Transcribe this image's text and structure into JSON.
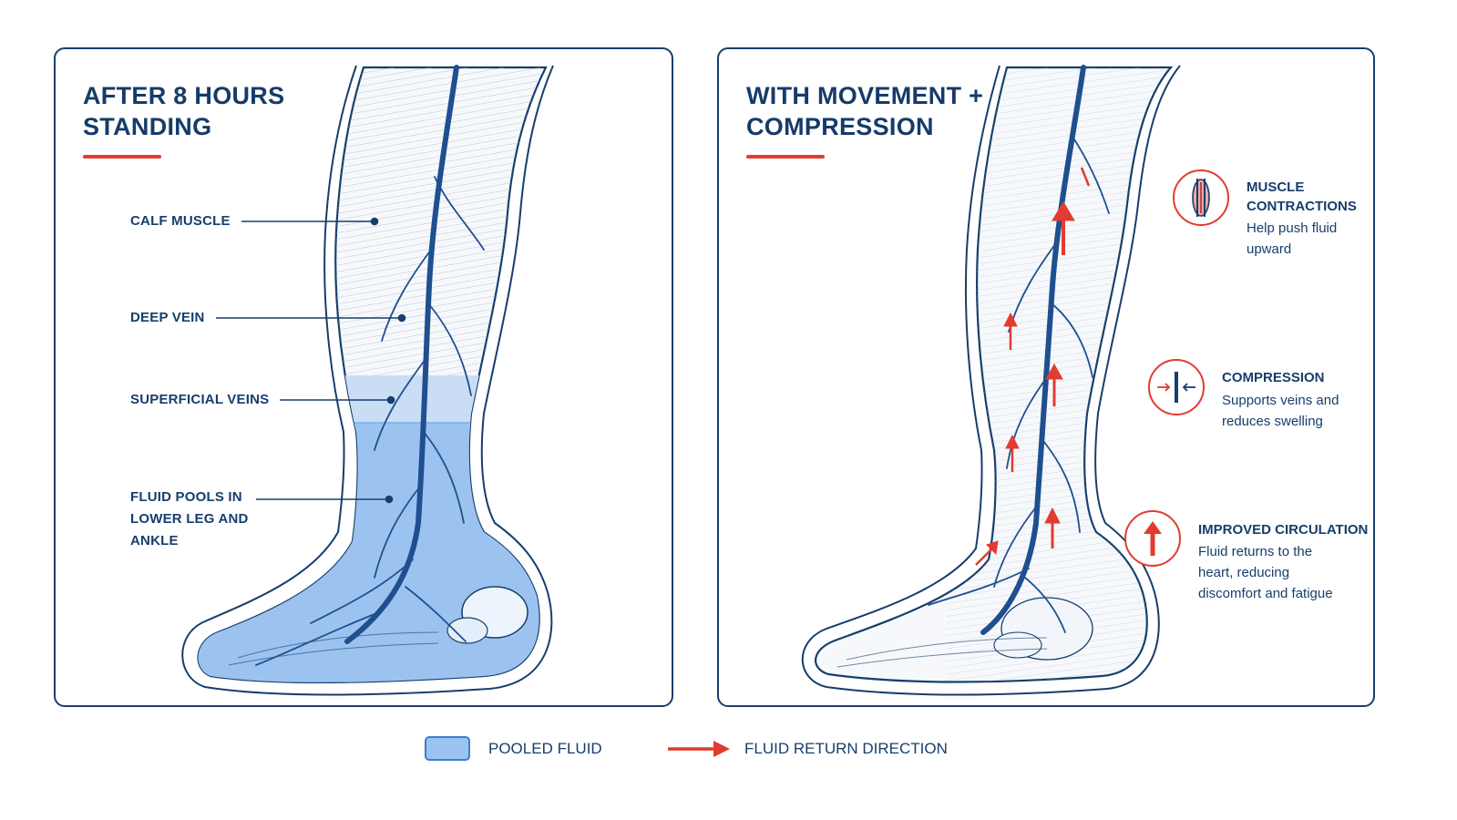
{
  "left_panel": {
    "title_line1": "AFTER 8 HOURS",
    "title_line2": "STANDING",
    "labels": {
      "calf_muscle": "CALF MUSCLE",
      "deep_vein": "DEEP VEIN",
      "superficial_veins": "SUPERFICIAL VEINS",
      "fluid_line1": "FLUID POOLS IN",
      "fluid_line2": "LOWER LEG AND",
      "fluid_line3": "ANKLE"
    }
  },
  "right_panel": {
    "title_line1": "WITH MOVEMENT +",
    "title_line2": "COMPRESSION",
    "callouts": [
      {
        "icon": "muscle-icon",
        "title_line1": "MUSCLE",
        "title_line2": "CONTRACTIONS",
        "desc_line1": "Help push fluid",
        "desc_line2": "upward",
        "desc_line3": ""
      },
      {
        "icon": "compression-icon",
        "title_line1": "COMPRESSION",
        "title_line2": "",
        "desc_line1": "Supports veins and",
        "desc_line2": "reduces swelling",
        "desc_line3": ""
      },
      {
        "icon": "up-arrow-icon",
        "title_line1": "IMPROVED CIRCULATION",
        "title_line2": "",
        "desc_line1": "Fluid returns to the",
        "desc_line2": "heart, reducing",
        "desc_line3": "discomfort and fatigue"
      }
    ]
  },
  "legend": {
    "pooled_fluid": "POOLED FLUID",
    "fluid_return": "FLUID RETURN DIRECTION"
  },
  "colors": {
    "navy": "#173e6c",
    "accent_red": "#e23b30",
    "fluid_blue": "#9cc3f0"
  }
}
